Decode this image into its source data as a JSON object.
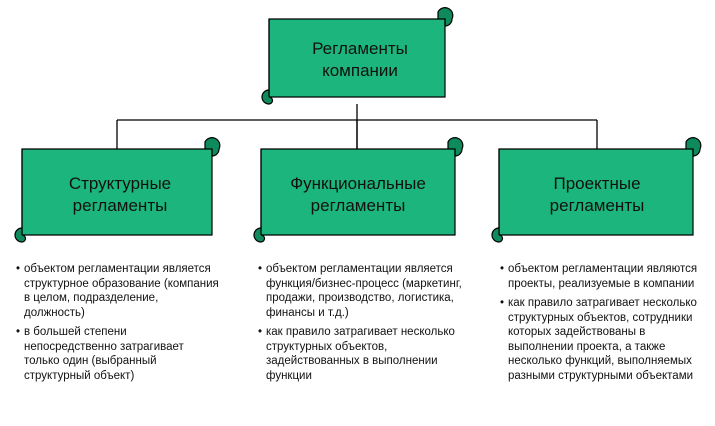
{
  "colors": {
    "scroll_fill": "#1cb57e",
    "scroll_shade": "#0f8a5c",
    "outline": "#000000",
    "connector": "#000000"
  },
  "root": {
    "line1": "Регламенты",
    "line2": "компании"
  },
  "branches": [
    {
      "line1": "Структурные",
      "line2": "регламенты",
      "notes": [
        "объектом регламентации является структурное образование (компания в целом, подразделение, должность)",
        "в большей степени непосредственно затрагивает только один (выбранный структурный объект)"
      ]
    },
    {
      "line1": "Функциональные",
      "line2": "регламенты",
      "notes": [
        "объектом регламентации является функция/бизнес-процесс (маркетинг, продажи, производство, логистика, финансы и т.д.)",
        "как правило затрагивает несколько структурных объектов, задействованных в выполнении функции"
      ]
    },
    {
      "line1": "Проектные",
      "line2": "регламенты",
      "notes": [
        "объектом регламентации являются проекты, реализуемые в компании",
        "как правило затрагивает несколько структурных объектов, сотрудники которых задействованы в выполнении проекта, а также несколько функций, выполняемых разными структурными объектами"
      ]
    }
  ],
  "bullet_symbol": "•"
}
